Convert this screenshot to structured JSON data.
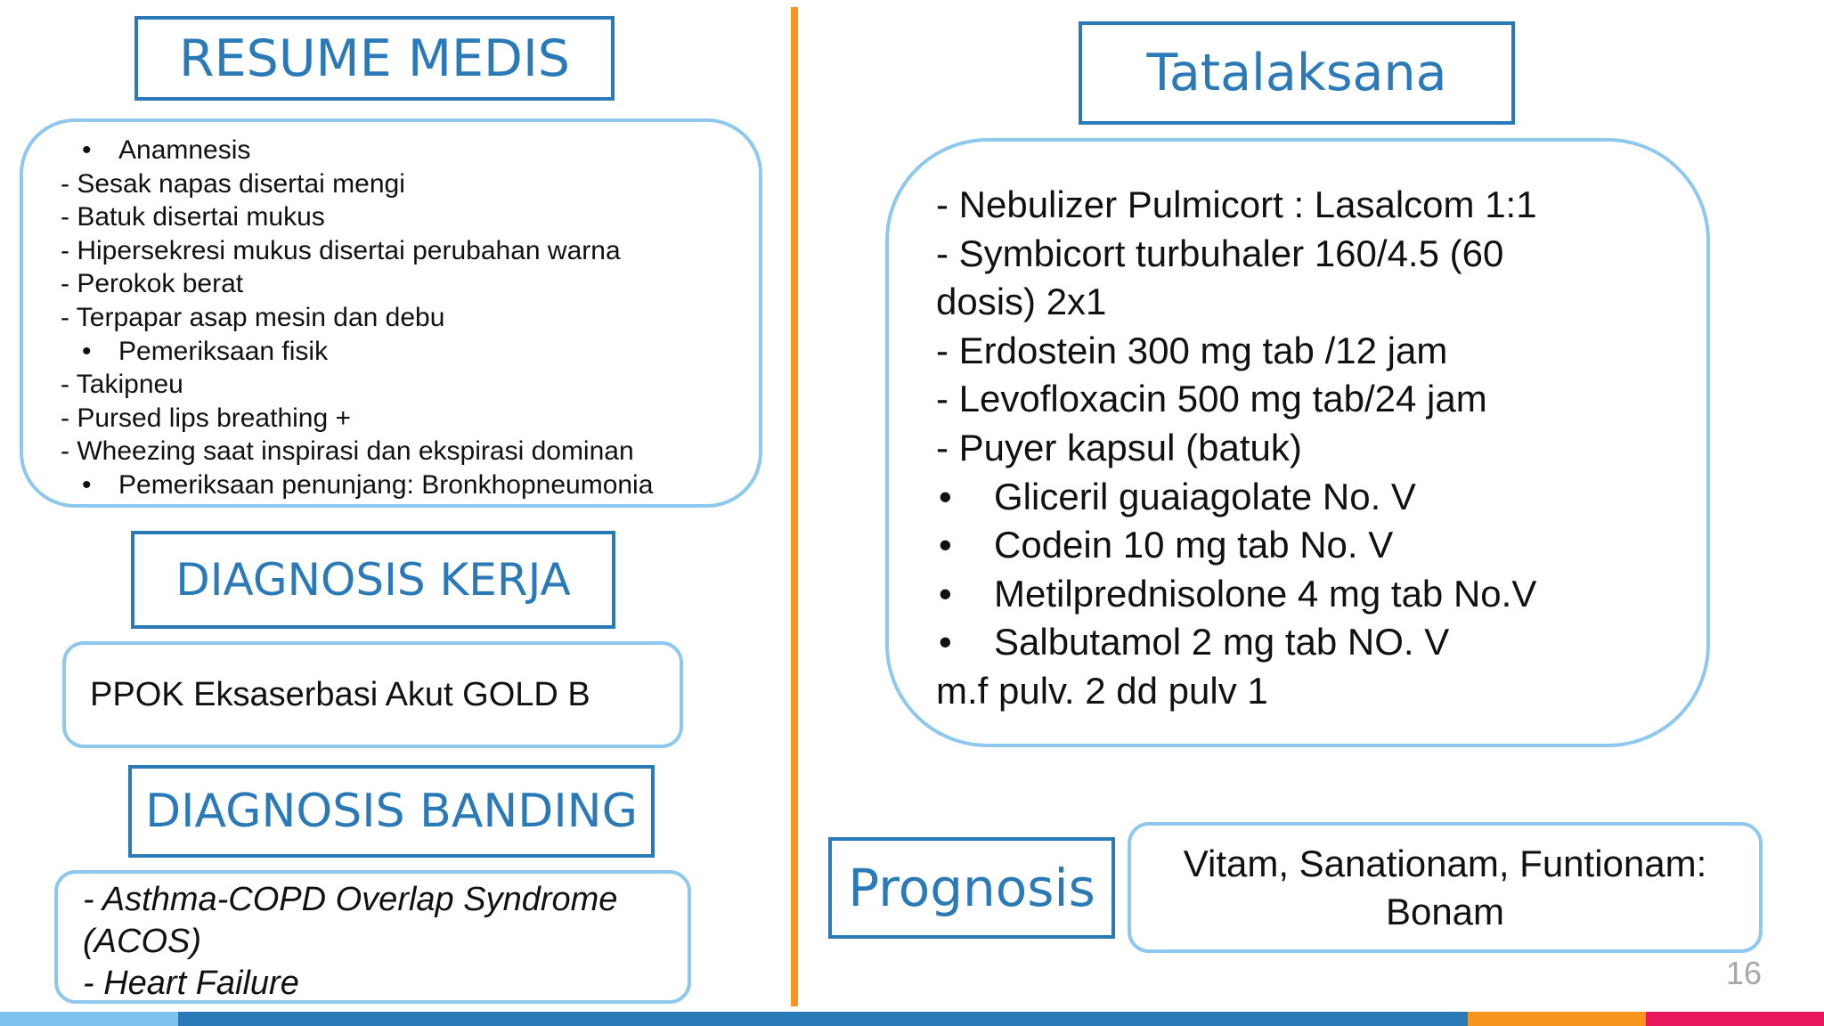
{
  "resume": {
    "title": "RESUME MEDIS",
    "lines": [
      {
        "bullet": "•",
        "text": "Anamnesis"
      },
      {
        "bullet": "",
        "text": "- Sesak napas disertai mengi"
      },
      {
        "bullet": "",
        "text": "- Batuk disertai mukus"
      },
      {
        "bullet": "",
        "text": "- Hipersekresi mukus disertai perubahan warna"
      },
      {
        "bullet": "",
        "text": "- Perokok berat"
      },
      {
        "bullet": "",
        "text": "- Terpapar asap mesin dan debu"
      },
      {
        "bullet": "•",
        "text": "Pemeriksaan fisik"
      },
      {
        "bullet": "",
        "text": "- Takipneu"
      },
      {
        "bullet": "",
        "text": "- Pursed lips breathing +"
      },
      {
        "bullet": "",
        "text": "- Wheezing saat inspirasi dan ekspirasi dominan"
      },
      {
        "bullet": "•",
        "text": "Pemeriksaan penunjang: Bronkhopneumonia"
      }
    ]
  },
  "diagnosis_kerja": {
    "title": "DIAGNOSIS KERJA",
    "text": "PPOK Eksaserbasi Akut GOLD B"
  },
  "diagnosis_banding": {
    "title": "DIAGNOSIS BANDING",
    "lines": [
      "- Asthma-COPD Overlap Syndrome",
      "(ACOS)",
      "- Heart Failure"
    ]
  },
  "tatalaksana": {
    "title": "Tatalaksana",
    "lines": [
      {
        "bullet": "",
        "text": "- Nebulizer Pulmicort : Lasalcom 1:1"
      },
      {
        "bullet": "",
        "text": "- Symbicort turbuhaler 160/4.5 (60"
      },
      {
        "bullet": "",
        "text": "dosis) 2x1"
      },
      {
        "bullet": "",
        "text": "- Erdostein 300 mg tab /12 jam"
      },
      {
        "bullet": "",
        "text": "- Levofloxacin 500 mg tab/24 jam"
      },
      {
        "bullet": "",
        "text": "- Puyer kapsul (batuk)"
      },
      {
        "bullet": "•",
        "text": "Gliceril guaiagolate No. V"
      },
      {
        "bullet": "•",
        "text": "Codein 10 mg tab No. V"
      },
      {
        "bullet": "•",
        "text": "Metilprednisolone 4 mg tab No.V"
      },
      {
        "bullet": "•",
        "text": "Salbutamol 2 mg tab NO. V"
      },
      {
        "bullet": "",
        "text": "m.f pulv. 2 dd pulv 1"
      }
    ]
  },
  "prognosis": {
    "title": "Prognosis",
    "lines": [
      "Vitam, Sanationam, Funtionam:",
      "Bonam"
    ]
  },
  "page_number": "16",
  "colors": {
    "heading": "#2a7ab8",
    "box_border": "#8ec8ee",
    "divider": "#f7941d",
    "footer": [
      "#7cc3ef",
      "#2a7ab8",
      "#f7941d",
      "#e8175d"
    ]
  }
}
